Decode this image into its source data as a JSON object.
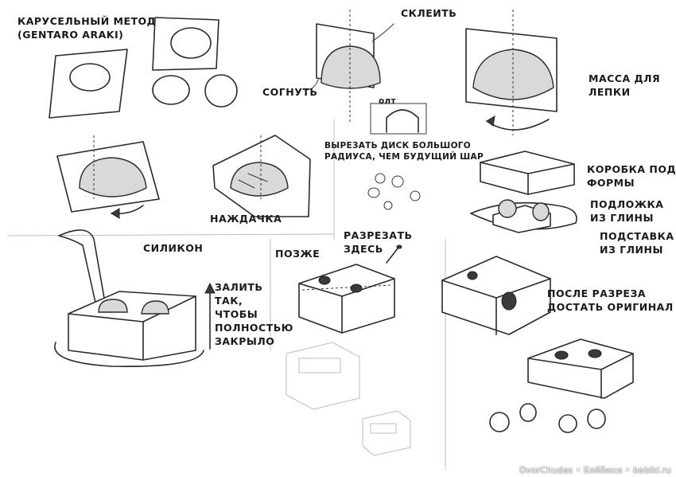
{
  "labels": {
    "carousel_title": [
      "КАРУСЕЛЬНЫЙ МЕТОД",
      "(GENTARO ARAKI)"
    ],
    "glue": "СКЛЕИТЬ",
    "bend": "СОГНУТЬ",
    "clay_mass": [
      "МАССА ДЛЯ",
      "ЛЕПКИ"
    ],
    "cut_disk": [
      "ВЫРЕЗАТЬ ДИСК БОЛЬШОГО",
      "РАДИУСА, ЧЕМ БУДУЩИЙ ШАР"
    ],
    "mold_box": [
      "КОРОБКА ПОД",
      "ФОРМЫ"
    ],
    "clay_base": [
      "ПОДЛОЖКА",
      "ИЗ ГЛИНЫ"
    ],
    "clay_stand": [
      "ПОДСТАВКА",
      "ИЗ ГЛИНЫ"
    ],
    "sandpaper": "НАЖДАЧКА",
    "silicone": "СИЛИКОН",
    "later": "ПОЗЖЕ",
    "cut_here": [
      "РАЗРЕЗАТЬ",
      "ЗДЕСЬ"
    ],
    "pour": [
      "ЗАЛИТЬ",
      "ТАК,",
      "ЧТОБЫ",
      "ПОЛНОСТЬЮ",
      "ЗАКРЫЛО"
    ],
    "after_cut": [
      "ПОСЛЕ РАЗРЕЗА",
      "ДОСТАТЬ ОРИГИНАЛ"
    ],
    "sketch_small": "олт"
  },
  "watermark": "DvorChudes • Бэйбики • babiki.ru",
  "colors": {
    "ink": "#2a2a2a",
    "paper": "#ffffff",
    "faint": "#bdbdbd"
  }
}
